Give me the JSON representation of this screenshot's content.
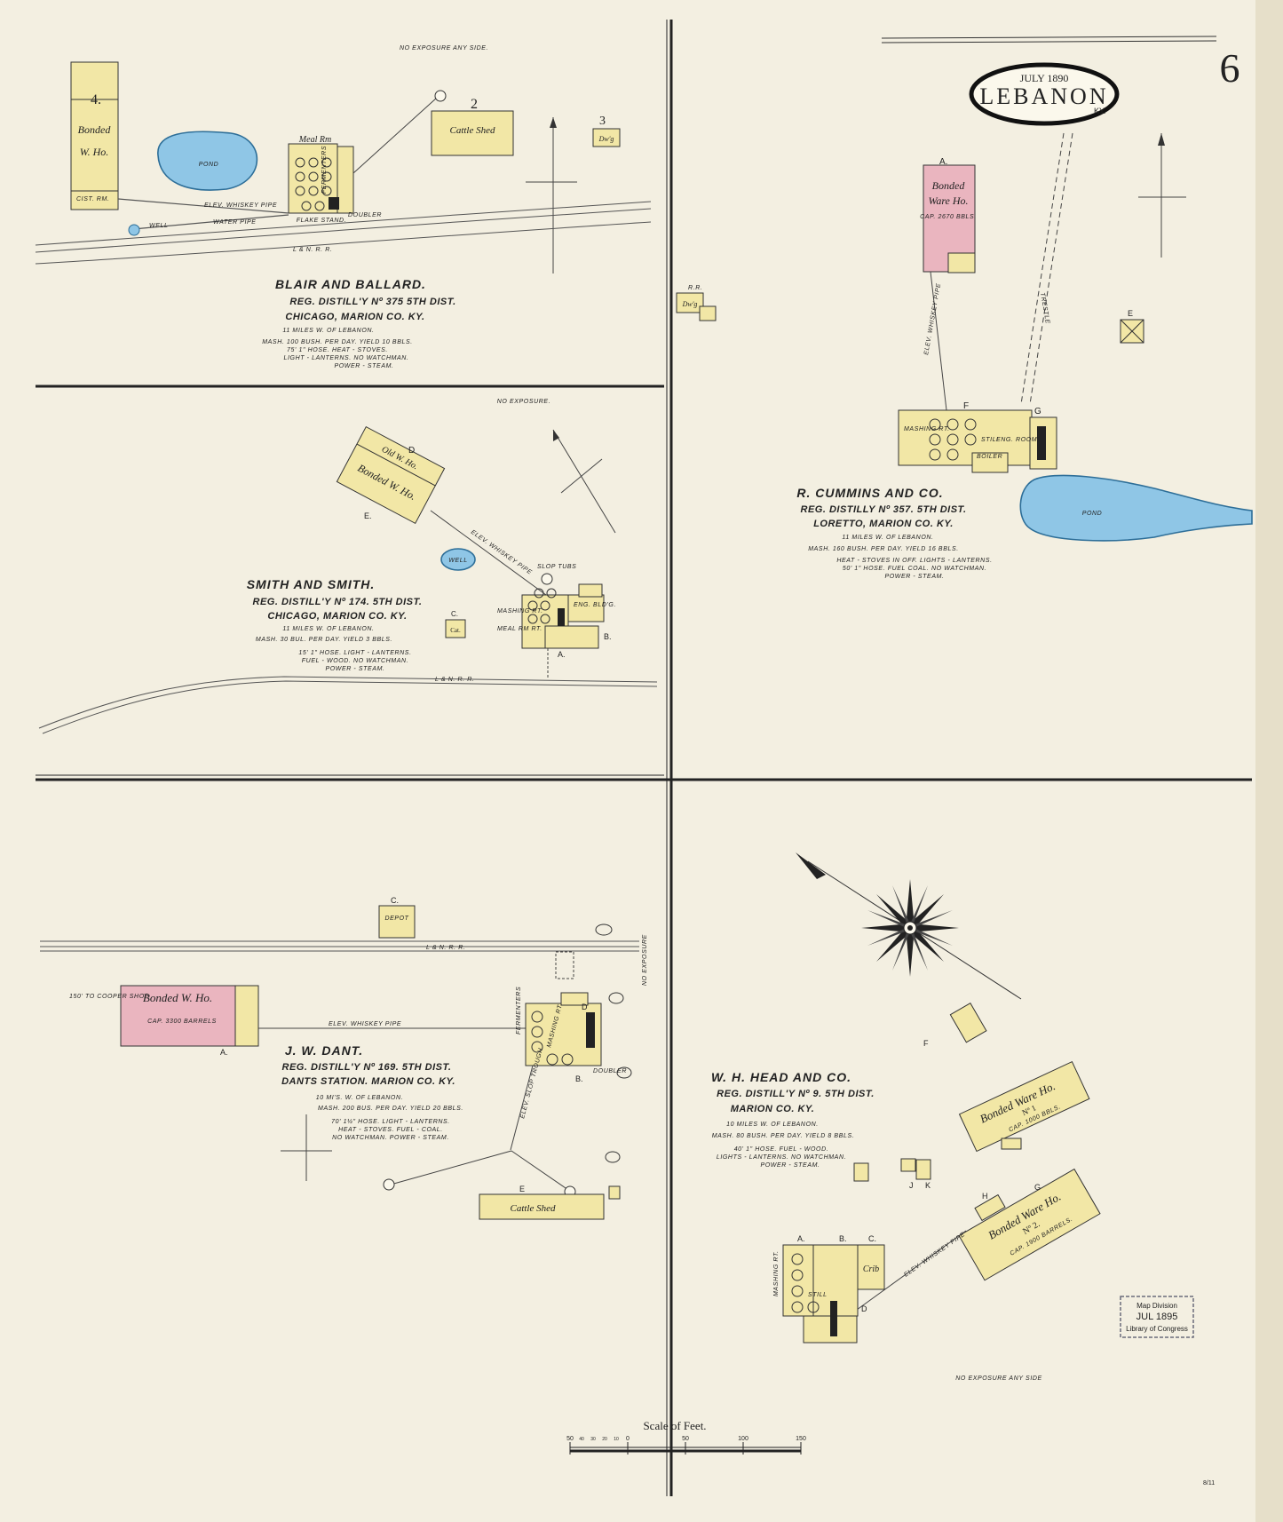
{
  "sheet": {
    "page_number": "6",
    "date": "JULY 1890",
    "town": "LEBANON",
    "state": "KY.",
    "scale_label": "Scale of Feet.",
    "scale_ticks": [
      "50",
      "40",
      "30",
      "20",
      "10",
      "0",
      "50",
      "100",
      "150"
    ],
    "stamp": {
      "line1": "Map Division",
      "line2": "JUL 1895",
      "line3": "Library of Congress"
    },
    "corner_note": "8/11"
  },
  "panels": {
    "blair": {
      "exposure": "NO EXPOSURE ANY SIDE.",
      "name": "BLAIR AND BALLARD.",
      "line2": "REG. DISTILL'Y Nº 375 5TH DIST.",
      "line3": "CHICAGO, MARION CO. KY.",
      "notes": [
        "11 MILES W. OF LEBANON.",
        "MASH. 100 BUSH. PER DAY. YIELD 10 BBLS.",
        "75' 1\" HOSE. HEAT - STOVES.",
        "LIGHT - LANTERNS. NO WATCHMAN.",
        "POWER - STEAM."
      ],
      "labels": {
        "b4": "4.",
        "bonded": "Bonded",
        "wh": "W. Ho.",
        "b2": "2",
        "cattle": "Cattle Shed",
        "b3": "3",
        "dwg": "Dw'g",
        "meal": "Meal Rm",
        "pond": "POND",
        "well": "WELL",
        "water_pipe": "WATER PIPE",
        "whiskey_pipe": "ELEV. WHISKEY PIPE",
        "rr": "L & N. R. R.",
        "ferm": "FERMENTERS",
        "stand": "FLAKE STAND.",
        "doubler": "DOUBLER",
        "cist": "CIST. RM."
      }
    },
    "smith": {
      "exposure": "NO EXPOSURE.",
      "name": "SMITH AND SMITH.",
      "line2": "REG. DISTILL'Y Nº 174. 5TH DIST.",
      "line3": "CHICAGO, MARION CO. KY.",
      "notes": [
        "11 MILES W. OF LEBANON.",
        "MASH. 30 BUL. PER DAY. YIELD 3 BBLS.",
        "15' 1\" HOSE. LIGHT - LANTERNS.",
        "FUEL - WOOD. NO WATCHMAN.",
        "POWER - STEAM."
      ],
      "labels": {
        "d": "D",
        "old": "Old W. Ho.",
        "bonded": "Bonded W. Ho.",
        "e": "E.",
        "well": "WELL",
        "slop": "SLOP TUBS",
        "eng": "ENG. BLD'G.",
        "c": "C.",
        "cat": "Cat.",
        "a": "A.",
        "b": "B.",
        "mashing": "MASHING RT.",
        "meal": "MEAL RM RT.",
        "rr": "L & N. R. R.",
        "whiskey_pipe": "ELEV. WHISKEY PIPE"
      }
    },
    "cummins": {
      "name": "R. CUMMINS AND CO.",
      "line2": "REG. DISTILLY Nº 357. 5TH DIST.",
      "line3": "LORETTO, MARION CO. KY.",
      "notes": [
        "11 MILES W. OF LEBANON.",
        "MASH. 160 BUSH. PER DAY. YIELD 16 BBLS.",
        "HEAT - STOVES IN OFF. LIGHTS - LANTERNS.",
        "50' 1\" HOSE. FUEL COAL. NO WATCHMAN.",
        "POWER - STEAM."
      ],
      "labels": {
        "a": "A.",
        "bonded": "Bonded",
        "ware": "Ware Ho.",
        "cap": "CAP. 2670 BBLS.",
        "rr": "R.R.",
        "dwg": "Dw'g",
        "e": "E",
        "f": "F",
        "g": "G",
        "mashing": "MASHING RT.",
        "still": "STILL",
        "eng": "ENG. ROOM",
        "boiler": "BOILER",
        "pond": "POND",
        "whiskey_pipe": "ELEV. WHISKEY PIPE",
        "trestle": "TRESTLE"
      }
    },
    "dant": {
      "exposure": "NO EXPOSURE",
      "name": "J. W. DANT.",
      "line2": "REG. DISTILL'Y Nº 169. 5TH DIST.",
      "line3": "DANTS STATION. MARION CO. KY.",
      "notes": [
        "10 MI'S. W. OF LEBANON.",
        "MASH. 200 BUS. PER DAY. YIELD 20 BBLS.",
        "70' 1½\" HOSE. LIGHT - LANTERNS.",
        "HEAT - STOVES. FUEL - COAL.",
        "NO WATCHMAN. POWER - STEAM."
      ],
      "labels": {
        "c": "C.",
        "depot": "DEPOT",
        "rr": "L & N. R. R.",
        "bonded": "Bonded W. Ho.",
        "cap": "CAP. 3300 BARRELS",
        "cooper": "150' TO COOPER SHOP",
        "a": "A.",
        "b": "B.",
        "d": "D",
        "e": "E",
        "cattle": "Cattle Shed",
        "whiskey_pipe": "ELEV. WHISKEY PIPE",
        "slop": "ELEV. SLOP TROUGH",
        "ferm": "FERMENTERS",
        "mashing": "MASHING RT.",
        "doubler": "DOUBLER"
      }
    },
    "head": {
      "exposure": "NO EXPOSURE ANY SIDE",
      "name": "W. H. HEAD AND CO.",
      "line2": "REG. DISTILL'Y Nº 9. 5TH DIST.",
      "line3": "MARION CO. KY.",
      "notes": [
        "10 MILES W. OF LEBANON.",
        "MASH. 80 BUSH. PER DAY. YIELD 8 BBLS.",
        "40' 1\" HOSE. FUEL - WOOD.",
        "LIGHTS - LANTERNS. NO WATCHMAN.",
        "POWER - STEAM."
      ],
      "labels": {
        "f": "F",
        "bonded1": "Bonded Ware Ho.",
        "no1": "Nº 1",
        "cap1": "CAP. 1000 BBLS.",
        "bonded2": "Bonded Ware Ho.",
        "no2": "Nº 2.",
        "cap2": "CAP. 1900 BARRELS.",
        "h": "H",
        "g": "G",
        "j": "J",
        "k": "K",
        "a": "A.",
        "b": "B.",
        "c": "C.",
        "d": "D",
        "crib": "Crib",
        "still": "STILL",
        "mashing": "MASHING RT.",
        "whiskey_pipe": "ELEV. WHISKEY PIPE"
      }
    }
  },
  "colors": {
    "paper": "#f3efe1",
    "frame_wood": "#f2e7a6",
    "brick": "#eab5bf",
    "water": "#8fc6e6"
  }
}
